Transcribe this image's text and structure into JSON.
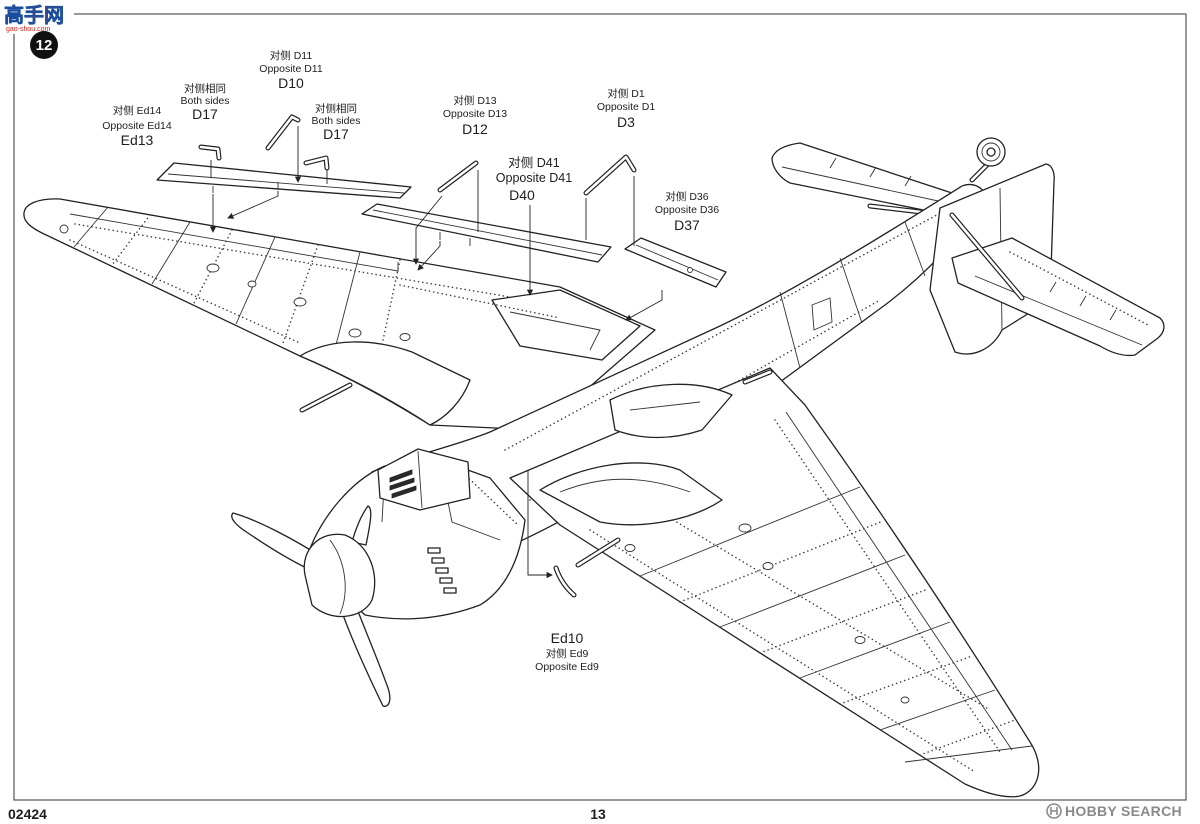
{
  "logo": {
    "text": "高手网",
    "subtext": "gao-shou.com"
  },
  "step": {
    "number": "12"
  },
  "callouts": {
    "ed13": {
      "line1": "对侧 Ed14",
      "line2": "Opposite Ed14",
      "part": "Ed13"
    },
    "d17_left": {
      "line1": "对侧相同",
      "line2": "Both sides",
      "part": "D17"
    },
    "d10": {
      "line1": "对侧 D11",
      "line2": "Opposite D11",
      "part": "D10"
    },
    "d17_right": {
      "line1": "对侧相同",
      "line2": "Both sides",
      "part": "D17"
    },
    "d12": {
      "line1": "对侧 D13",
      "line2": "Opposite D13",
      "part": "D12"
    },
    "d40": {
      "line1": "对侧 D41",
      "line2": "Opposite D41",
      "part": "D40"
    },
    "d3": {
      "line1": "对侧 D1",
      "line2": "Opposite D1",
      "part": "D3"
    },
    "d37": {
      "line1": "对侧 D36",
      "line2": "Opposite D36",
      "part": "D37"
    },
    "ed10": {
      "part": "Ed10",
      "line1": "对侧 Ed9",
      "line2": "Opposite Ed9"
    }
  },
  "footer": {
    "code": "02424",
    "page": "13",
    "brand": "HOBBY SEARCH"
  },
  "icons": {
    "brand": "hobby-search-logo-icon",
    "step": "step-number-badge"
  },
  "colors": {
    "line": "#222222",
    "logo_red": "#d9251d",
    "logo_blue": "#1a4fa0",
    "brand_gray": "#8a8a8a",
    "step_badge": "#111111"
  }
}
